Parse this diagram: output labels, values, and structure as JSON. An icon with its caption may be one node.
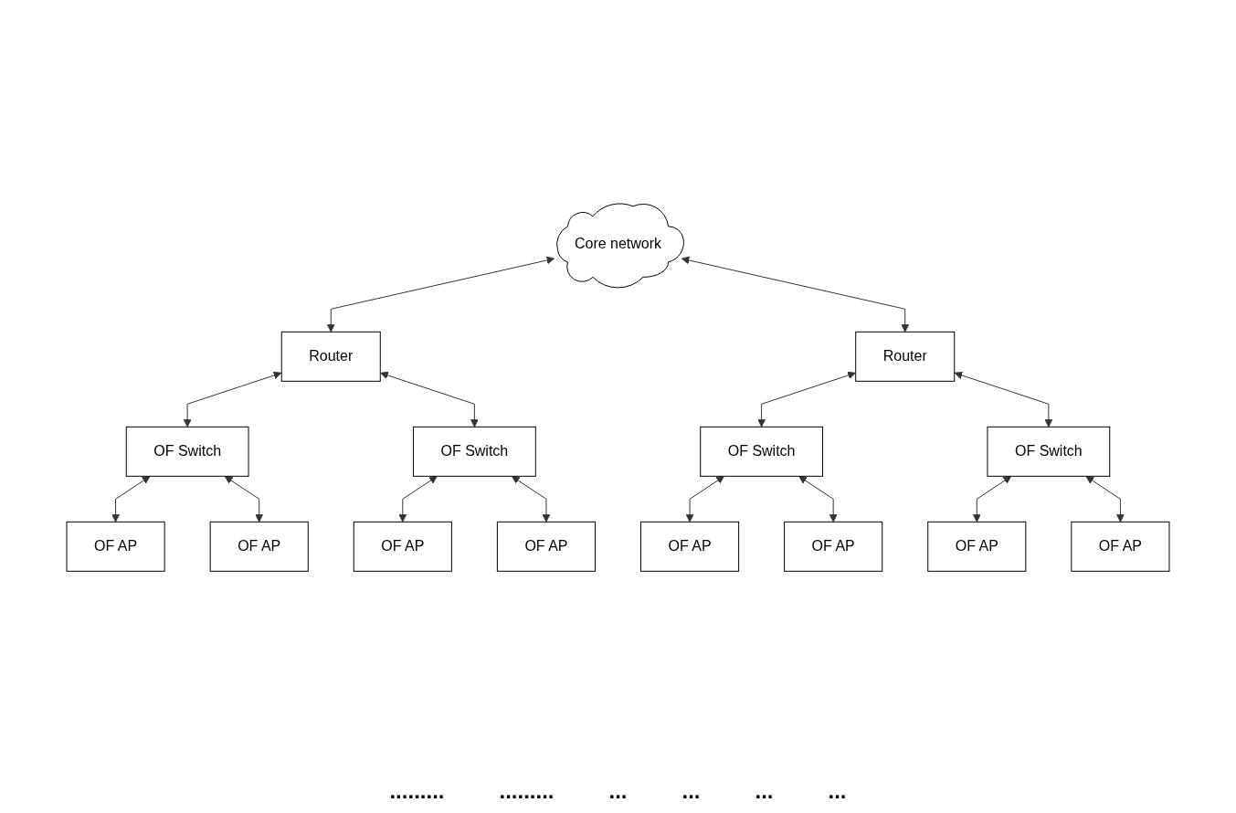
{
  "diagram": {
    "nodes": [
      {
        "text": [
          "Core network"
        ]
      },
      {
        "text": [
          "Router"
        ]
      },
      {
        "text": [
          "Router"
        ]
      },
      {
        "text": [
          "OF Switch"
        ]
      },
      {
        "text": [
          "OF Switch"
        ]
      },
      {
        "text": [
          "OF Switch"
        ]
      },
      {
        "text": [
          "OF Switch"
        ]
      },
      {
        "text": [
          "OF AP"
        ]
      },
      {
        "text": [
          "OF AP"
        ]
      },
      {
        "text": [
          "OF AP"
        ]
      },
      {
        "text": [
          "OF AP"
        ]
      },
      {
        "text": [
          "OF AP"
        ]
      },
      {
        "text": [
          "OF AP"
        ]
      },
      {
        "text": [
          "OF AP"
        ]
      },
      {
        "text": [
          "OF AP"
        ]
      }
    ],
    "edges": [
      {
        "from": 0,
        "to": 1,
        "arrow": "both"
      },
      {
        "from": 0,
        "to": 2,
        "arrow": "both"
      },
      {
        "from": 1,
        "to": 3,
        "arrow": "both"
      },
      {
        "from": 1,
        "to": 4,
        "arrow": "both"
      },
      {
        "from": 2,
        "to": 5,
        "arrow": "both"
      },
      {
        "from": 2,
        "to": 6,
        "arrow": "both"
      },
      {
        "from": 3,
        "to": 7,
        "arrow": "both"
      },
      {
        "from": 3,
        "to": 8,
        "arrow": "both"
      },
      {
        "from": 4,
        "to": 9,
        "arrow": "both"
      },
      {
        "from": 4,
        "to": 10,
        "arrow": "both"
      },
      {
        "from": 5,
        "to": 11,
        "arrow": "both"
      },
      {
        "from": 5,
        "to": 12,
        "arrow": "both"
      },
      {
        "from": 6,
        "to": 13,
        "arrow": "both"
      },
      {
        "from": 6,
        "to": 14,
        "arrow": "both"
      }
    ],
    "labels": [
      ".........",
      ".........",
      "...",
      "...",
      "...",
      "..."
    ]
  }
}
